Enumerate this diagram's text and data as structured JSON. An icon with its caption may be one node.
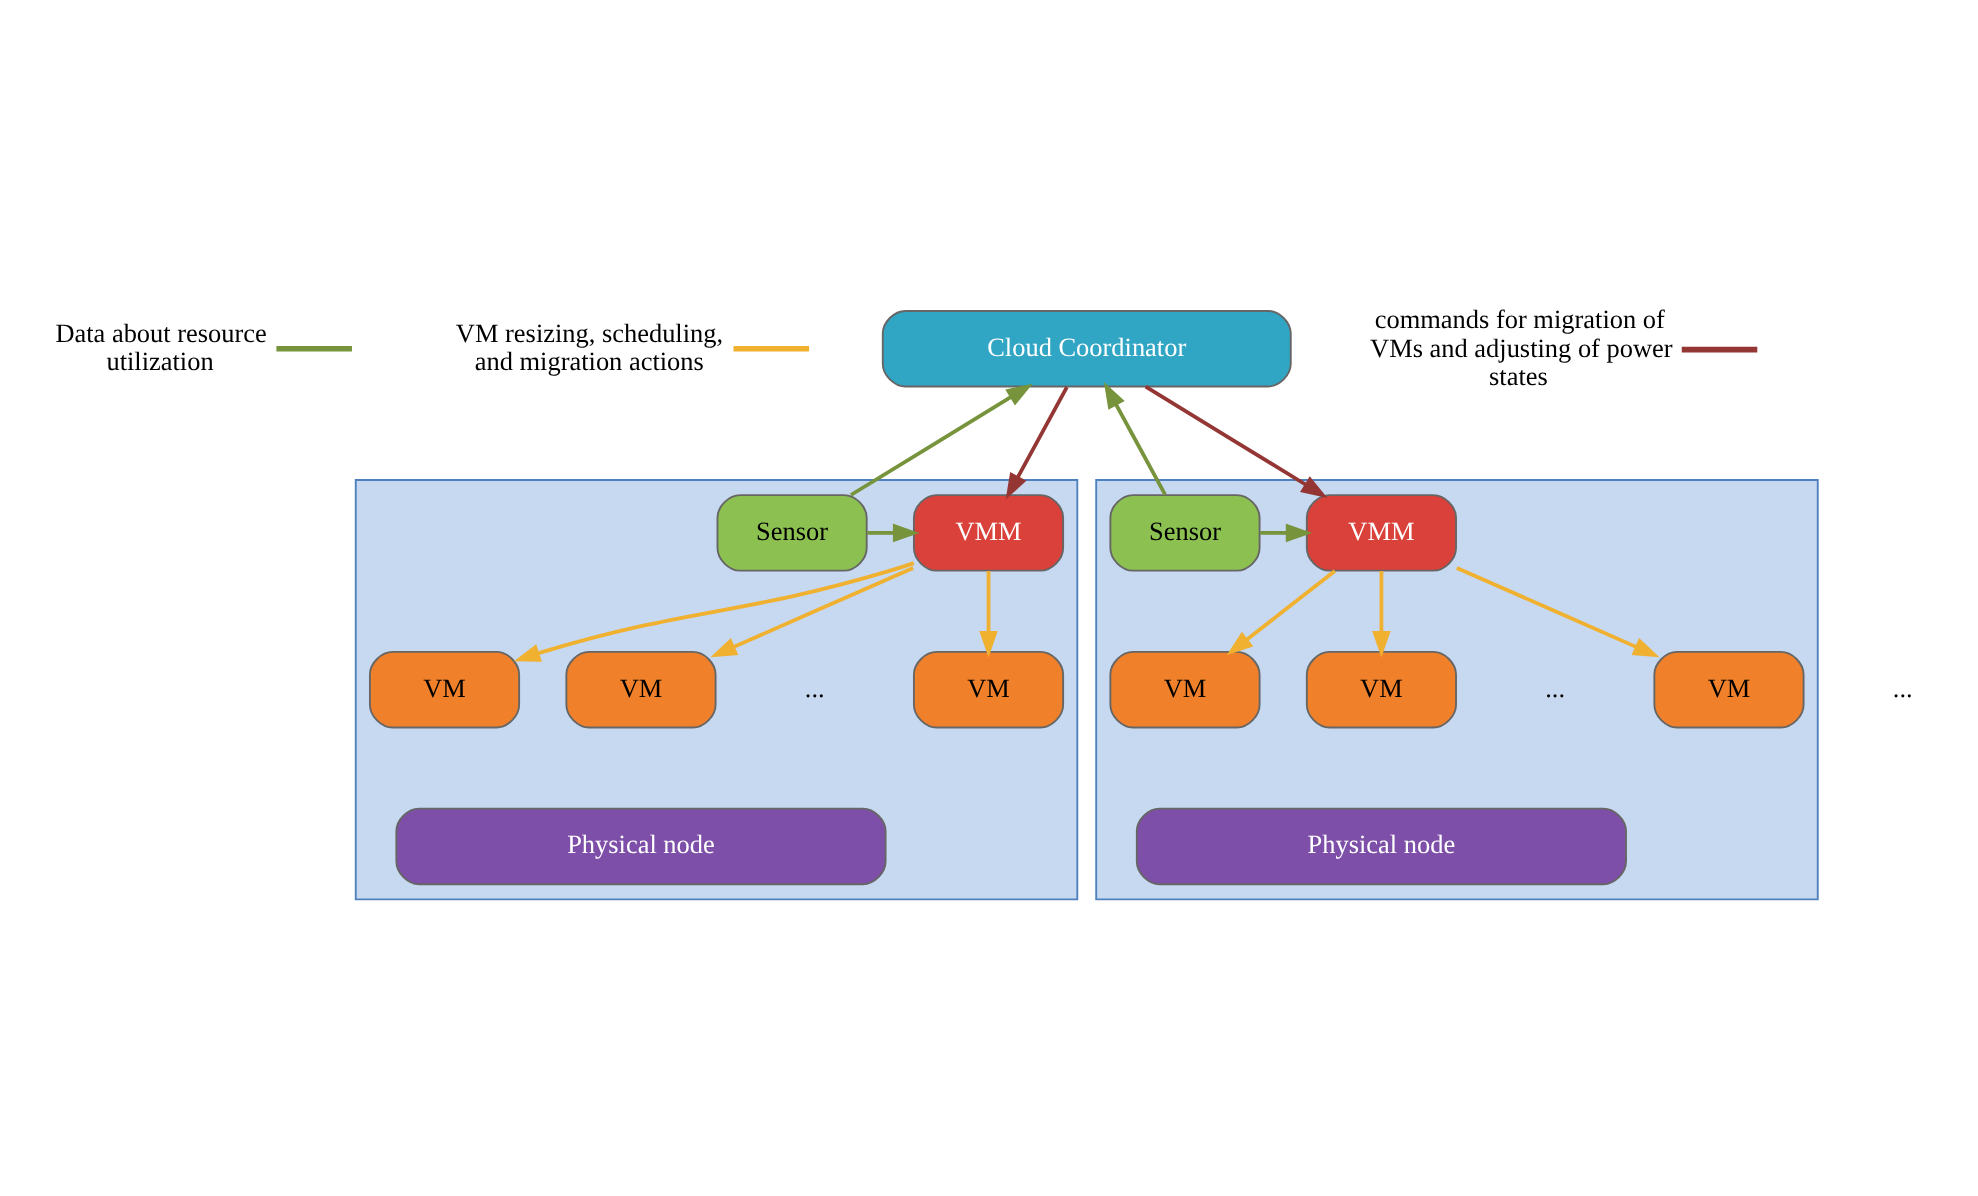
{
  "diagram": {
    "nodes": [
      {
        "text": [
          "Cloud Coordinator"
        ]
      },
      {
        "text": [],
        "shape": "box"
      },
      {
        "text": [
          "Sensor"
        ],
        "in": 1
      },
      {
        "text": [
          "VMM"
        ],
        "in": 1
      },
      {
        "text": [
          "VM"
        ],
        "in": 1
      },
      {
        "text": [
          "VM"
        ],
        "in": 1
      },
      {
        "text": [
          "VM"
        ],
        "in": 1
      },
      {
        "text": [
          "Physical node"
        ],
        "in": 1
      },
      {
        "text": [],
        "shape": "box"
      },
      {
        "text": [
          "Sensor"
        ],
        "in": 8
      },
      {
        "text": [
          "VMM"
        ],
        "in": 8
      },
      {
        "text": [
          "VM"
        ],
        "in": 8
      },
      {
        "text": [
          "VM"
        ],
        "in": 8
      },
      {
        "text": [
          "VM"
        ],
        "in": 8
      },
      {
        "text": [
          "Physical node"
        ],
        "in": 8
      }
    ],
    "edges": [
      {
        "from": 2,
        "to": 0,
        "arrow": "to",
        "color": "#77933c"
      },
      {
        "from": 0,
        "to": 3,
        "arrow": "to",
        "color": "#943634"
      },
      {
        "from": 9,
        "to": 0,
        "arrow": "to",
        "color": "#77933c"
      },
      {
        "from": 0,
        "to": 10,
        "arrow": "to",
        "color": "#943634"
      },
      {
        "from": 2,
        "to": 3,
        "arrow": "to",
        "color": "#77933c"
      },
      {
        "from": 3,
        "to": 4,
        "arrow": "to"
      },
      {
        "from": 3,
        "to": 5,
        "arrow": "to"
      },
      {
        "from": 3,
        "to": 6,
        "arrow": "to"
      },
      {
        "from": 9,
        "to": 10,
        "arrow": "to",
        "color": "#77933c"
      },
      {
        "from": 10,
        "to": 11,
        "arrow": "to"
      },
      {
        "from": 10,
        "to": 12,
        "arrow": "to"
      },
      {
        "from": 10,
        "to": 13,
        "arrow": "to"
      }
    ],
    "labels": [
      "...",
      "...",
      "..."
    ],
    "legend": [
      {
        "text": "Data about resource utilization"
      },
      {
        "text": "VM resizing, scheduling, and migration actions"
      },
      {
        "text": "commands for migration of VMs and adjusting of power states"
      }
    ]
  }
}
